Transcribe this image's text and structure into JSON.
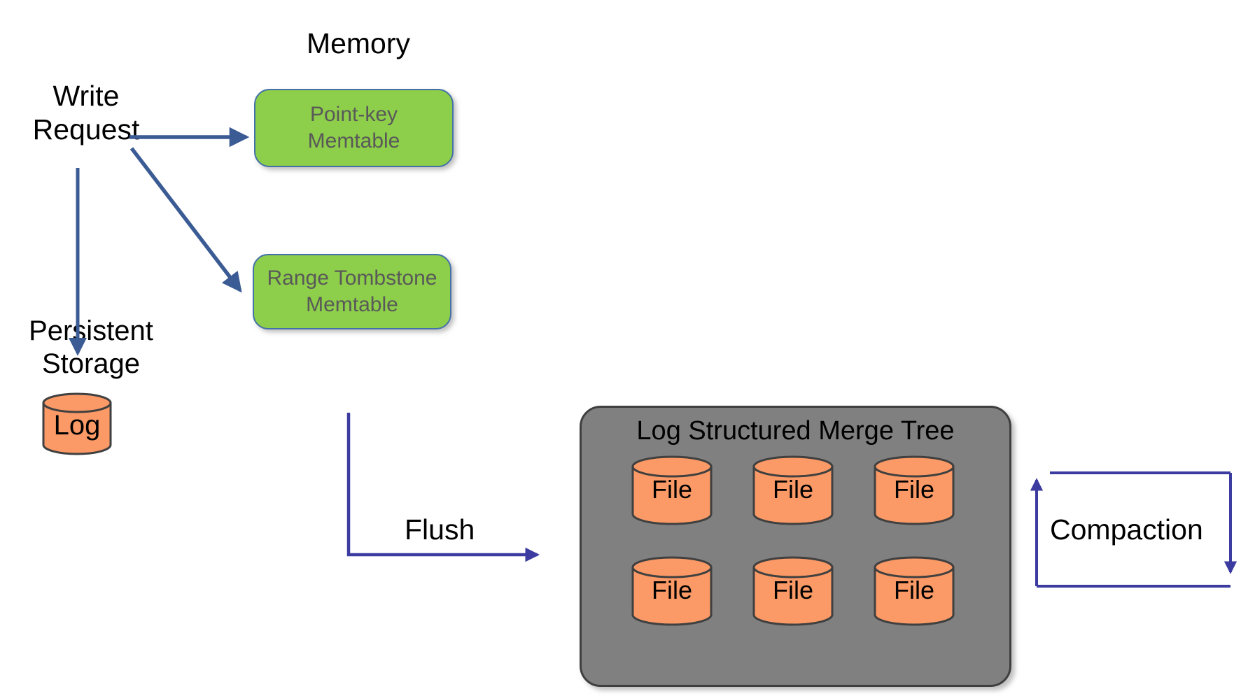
{
  "diagram": {
    "title_labels": {
      "memory": "Memory",
      "write_request": "Write\nRequest",
      "persistent_storage": "Persistent\nStorage",
      "flush": "Flush",
      "compaction": "Compaction"
    },
    "memtables": [
      {
        "id": "point-key-memtable",
        "label": "Point-key\nMemtable",
        "fill": "#8DCE4A",
        "border": "#4472A8",
        "text_color": "#595959"
      },
      {
        "id": "range-tombstone-memtable",
        "label": "Range Tombstone\nMemtable",
        "fill": "#8DCE4A",
        "border": "#4472A8",
        "text_color": "#595959"
      }
    ],
    "lsm": {
      "title": "Log Structured Merge Tree",
      "fill": "#808080",
      "border": "#3F3F3F",
      "files": [
        {
          "label": "File"
        },
        {
          "label": "File"
        },
        {
          "label": "File"
        },
        {
          "label": "File"
        },
        {
          "label": "File"
        },
        {
          "label": "File"
        }
      ]
    },
    "log_cylinder": {
      "label": "Log",
      "fill": "#FB9A66",
      "border": "#404040"
    },
    "arrows": [
      {
        "name": "write-to-point-key-memtable",
        "kind": "straight-right",
        "color": "#3B5B94"
      },
      {
        "name": "write-to-range-tombstone-memtable",
        "kind": "diagonal-down-right",
        "color": "#3B5B94"
      },
      {
        "name": "write-to-log",
        "kind": "straight-down",
        "color": "#3B5B94"
      },
      {
        "name": "flush-arrow",
        "kind": "elbow-right",
        "color": "#3B3BA0"
      },
      {
        "name": "compaction-loop-arrow",
        "kind": "loop-up-down",
        "color": "#3B3BA0"
      }
    ],
    "colors": {
      "green": "#8DCE4A",
      "orange": "#FB9A66",
      "grey": "#808080",
      "arrow_blue": "#3B5B94",
      "loop_blue": "#3B3BA0",
      "text_dark": "#595959",
      "black": "#000000"
    }
  }
}
